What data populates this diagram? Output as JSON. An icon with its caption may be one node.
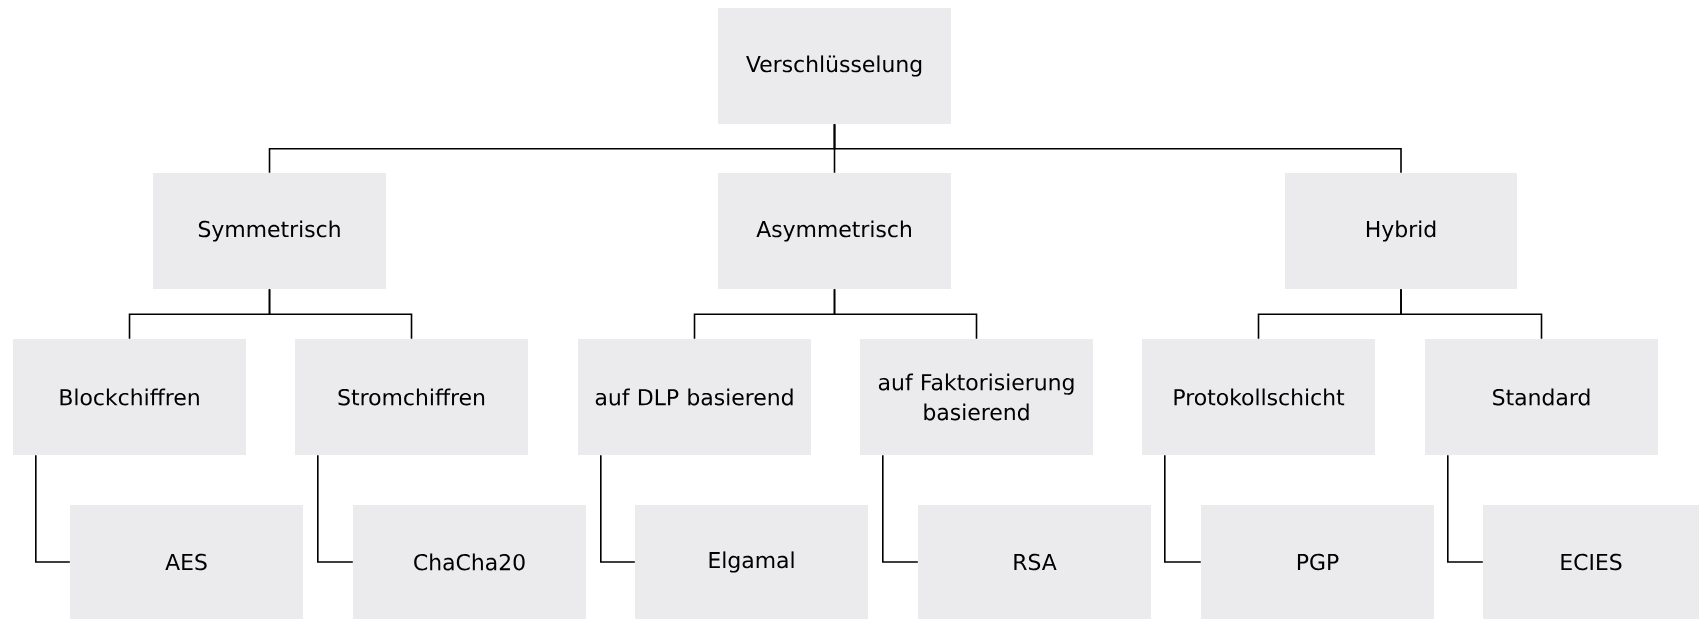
{
  "diagram": {
    "nodes": [
      {
        "text": [
          "Verschlüsselung"
        ]
      },
      {
        "text": [
          "Symmetrisch"
        ]
      },
      {
        "text": [
          "Asymmetrisch"
        ]
      },
      {
        "text": [
          "Hybrid"
        ]
      },
      {
        "text": [
          "Blockchiffren"
        ]
      },
      {
        "text": [
          "Stromchiffren"
        ]
      },
      {
        "text": [
          "auf DLP basierend"
        ]
      },
      {
        "text": [
          "auf Faktorisierung basierend"
        ]
      },
      {
        "text": [
          "Protokollschicht"
        ]
      },
      {
        "text": [
          "Standard"
        ]
      },
      {
        "text": [
          "AES"
        ]
      },
      {
        "text": [
          "ChaCha20"
        ]
      },
      {
        "text": [
          "Elgamal"
        ]
      },
      {
        "text": [
          "RSA"
        ]
      },
      {
        "text": [
          "PGP"
        ]
      },
      {
        "text": [
          "ECIES"
        ]
      }
    ],
    "edges": [
      {
        "from": 0,
        "to": 1,
        "arrow": "none"
      },
      {
        "from": 0,
        "to": 2,
        "arrow": "none"
      },
      {
        "from": 0,
        "to": 3,
        "arrow": "none"
      },
      {
        "from": 1,
        "to": 4,
        "arrow": "none"
      },
      {
        "from": 1,
        "to": 5,
        "arrow": "none"
      },
      {
        "from": 2,
        "to": 6,
        "arrow": "none"
      },
      {
        "from": 2,
        "to": 7,
        "arrow": "none"
      },
      {
        "from": 3,
        "to": 8,
        "arrow": "none"
      },
      {
        "from": 3,
        "to": 9,
        "arrow": "none"
      },
      {
        "from": 4,
        "to": 10,
        "arrow": "none"
      },
      {
        "from": 5,
        "to": 11,
        "arrow": "none"
      },
      {
        "from": 6,
        "to": 12,
        "arrow": "none"
      },
      {
        "from": 7,
        "to": 13,
        "arrow": "none"
      },
      {
        "from": 8,
        "to": 14,
        "arrow": "none"
      },
      {
        "from": 9,
        "to": 15,
        "arrow": "none"
      }
    ]
  }
}
